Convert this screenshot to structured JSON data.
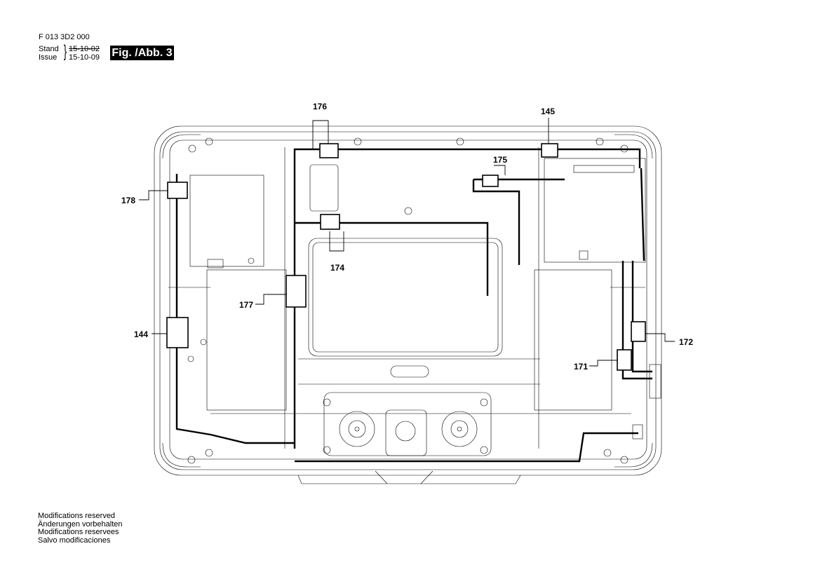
{
  "header": {
    "part_number": "F 013 3D2 000",
    "stand_label": "Stand",
    "issue_label": "Issue",
    "stand_date": "15-10-02",
    "issue_date": "15-10-09",
    "figure_label": "Fig. /Abb. 3"
  },
  "callouts": [
    "176",
    "145",
    "175",
    "178",
    "174",
    "177",
    "144",
    "172",
    "171"
  ],
  "footer": {
    "lines": [
      "Modifications reserved",
      "Änderungen vorbehalten",
      "Modifications reservees",
      "Salvo modificaciones"
    ]
  }
}
